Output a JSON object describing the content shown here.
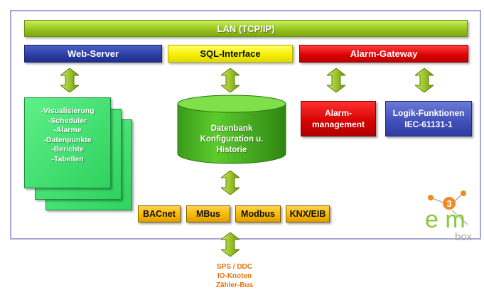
{
  "lan": {
    "label": "LAN (TCP/IP)"
  },
  "top_bars": {
    "web_server": "Web-Server",
    "sql_interface": "SQL-Interface",
    "alarm_gateway": "Alarm-Gateway"
  },
  "web_functions": [
    "-Visualisierung",
    "-Scheduler",
    "-Alarme",
    "-Datenpunkte",
    "-Berichte",
    "-Tabellen"
  ],
  "database": {
    "lines": [
      "Datenbank",
      "Konfiguration u.",
      "Historie"
    ]
  },
  "alarm_management": {
    "lines": [
      "Alarm-",
      "management"
    ]
  },
  "logic_functions": {
    "lines": [
      "Logik-Funktionen",
      "IEC-61131-1"
    ]
  },
  "protocols": [
    "BACnet",
    "MBus",
    "Modbus",
    "KNX/EIB"
  ],
  "field_level": [
    "SPS / DDC",
    "IO-Knoten",
    "Zähler-Bus"
  ],
  "logo": {
    "superscript": "3",
    "main": "e m",
    "sub": "box"
  },
  "colors": {
    "lan": "#94c11a",
    "web_server": "#2b3ca3",
    "sql_interface": "#f5ee00",
    "alarm": "#dc0000",
    "docs": "#2fd25f",
    "database": "#4db825",
    "protocols": "#f5b700",
    "arrows": "#9cc52b",
    "field_text": "#e8730c",
    "frame": "#a6a9d6"
  }
}
